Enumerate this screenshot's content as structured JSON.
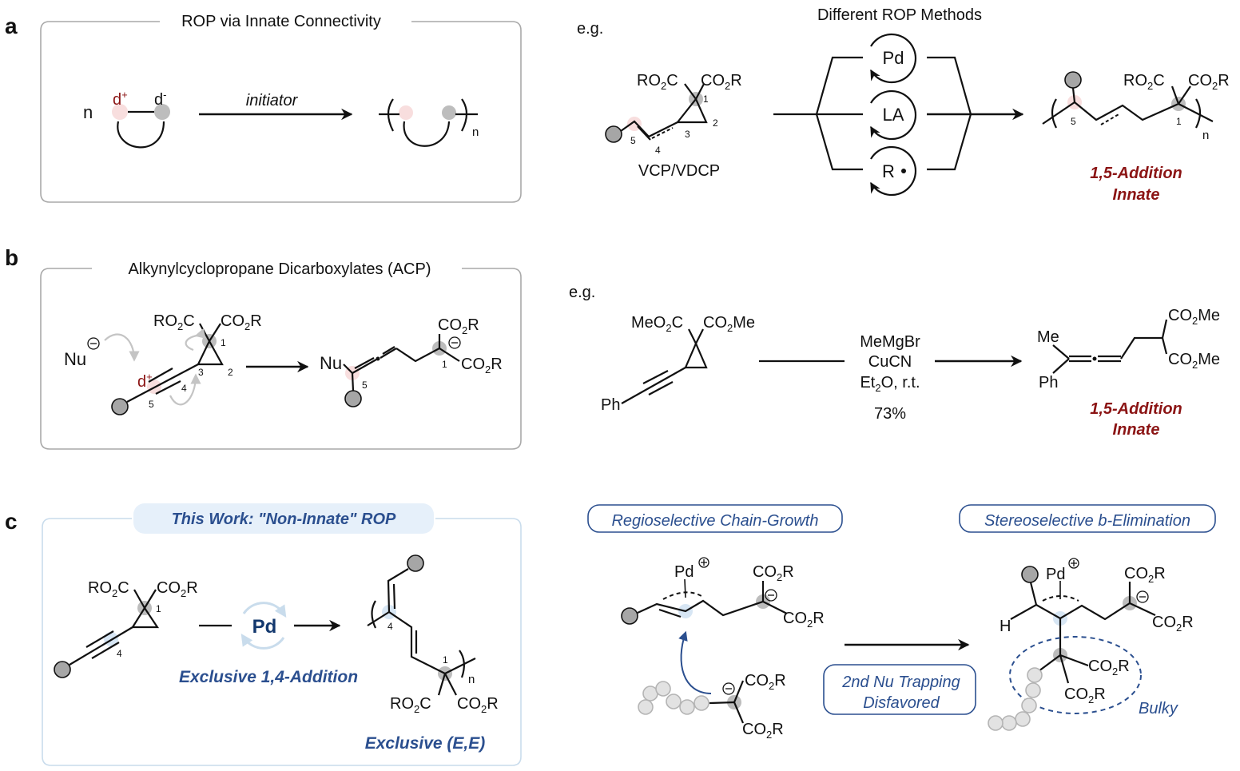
{
  "panels": {
    "a": {
      "letter": "a",
      "box_title": "ROP via Innate Connectivity",
      "monomer_count": "n",
      "delta_plus": "d",
      "delta_minus": "d",
      "plus_sup": "+",
      "minus_sup": "-",
      "arrow_label": "initiator",
      "repeat_n": "n",
      "example_prefix": "e.g.",
      "methods_title": "Different ROP Methods",
      "methods": [
        "Pd",
        "LA",
        "R"
      ],
      "reactant": {
        "left_ester": "RO2C",
        "right_ester": "CO2R",
        "name": "VCP/VDCP",
        "positions": [
          "1",
          "2",
          "3",
          "4",
          "5"
        ]
      },
      "product": {
        "left_ester": "RO2C",
        "right_ester": "CO2R",
        "positions": [
          "5",
          "1"
        ],
        "repeat_n": "n"
      },
      "outcome_line1": "1,5-Addition",
      "outcome_line2": "Innate"
    },
    "b": {
      "letter": "b",
      "box_title": "Alkynylcyclopropane Dicarboxylates (ACP)",
      "nucleophile": "Nu",
      "delta_plus": "d",
      "plus_sup": "+",
      "reactant": {
        "left_ester": "RO2C",
        "right_ester": "CO2R",
        "positions": [
          "1",
          "2",
          "3",
          "4",
          "5"
        ]
      },
      "product": {
        "nu": "Nu",
        "top_ester": "CO2R",
        "bottom_ester": "CO2R",
        "positions": [
          "5",
          "1"
        ]
      },
      "example_prefix": "e.g.",
      "example": {
        "left_ester": "MeO2C",
        "right_ester": "CO2Me",
        "aryl": "Ph",
        "conditions": [
          "MeMgBr",
          "CuCN",
          "Et2O, r.t."
        ],
        "yield": "73%",
        "product_me": "Me",
        "product_ph": "Ph",
        "product_top_ester": "CO2Me",
        "product_bottom_ester": "CO2Me"
      },
      "outcome_line1": "1,5-Addition",
      "outcome_line2": "Innate"
    },
    "c": {
      "letter": "c",
      "box_title": "This Work: \"Non-Innate\" ROP",
      "catalyst": "Pd",
      "reactant": {
        "left_ester": "RO2C",
        "right_ester": "CO2R",
        "positions": [
          "1",
          "4"
        ]
      },
      "product": {
        "left_ester": "RO2C",
        "right_ester": "CO2R",
        "positions": [
          "4",
          "1"
        ],
        "repeat_n": "n"
      },
      "addition_label": "Exclusive 1,4-Addition",
      "stereo_label": "Exclusive (E,E)",
      "mech_left_title": "Regioselective Chain-Growth",
      "mech_right_title": "Stereoselective b-Elimination",
      "pd_label": "Pd",
      "ester": "CO2R",
      "middle_box_line1": "2nd Nu Trapping",
      "middle_box_line2": "Disfavored",
      "h_label": "H",
      "bulky_label": "Bulky"
    }
  },
  "colors": {
    "innate_red": "#8b1414",
    "work_blue": "#2b4f8f",
    "box_gray": "#a9a9a9",
    "box_lightblue": "#c9dcec",
    "title_pill_bg": "#e6f0fa",
    "pink_highlight": "#f8dede",
    "gray_highlight": "#bdbdbd",
    "blue_highlight": "#d7e6f4"
  }
}
